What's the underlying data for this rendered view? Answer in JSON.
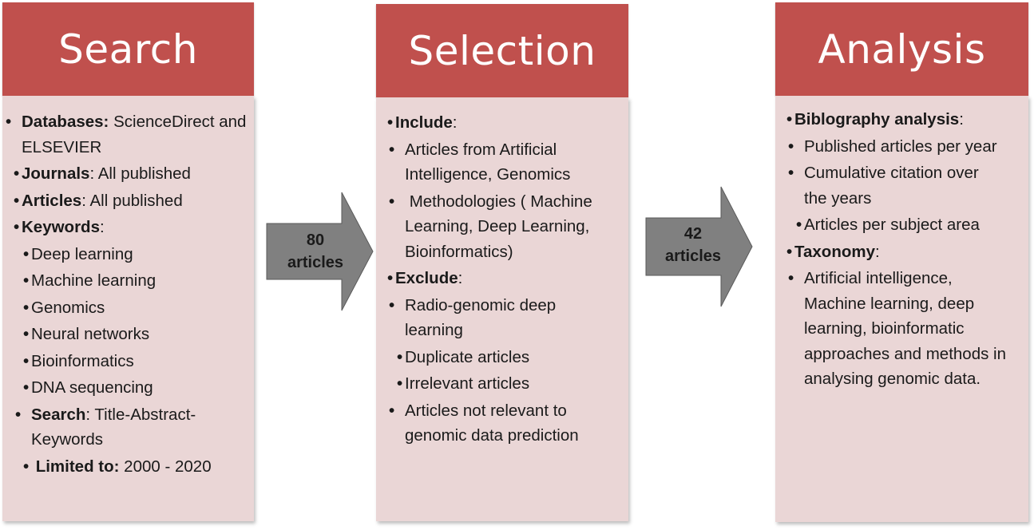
{
  "columns": {
    "search": {
      "title": "Search",
      "items": {
        "databases_label": "Databases:",
        "databases_value": "ScienceDirect and ELSEVIER",
        "journals_label": "Journals",
        "journals_value": ": All published",
        "articles_label": "Articles",
        "articles_value": ":  All published",
        "keywords_label": "Keywords",
        "keywords_colon": ":",
        "keywords": [
          "Deep learning",
          "Machine learning",
          "Genomics",
          "Neural networks",
          "Bioinformatics",
          "DNA sequencing"
        ],
        "search_label": "Search",
        "search_value": ": Title-Abstract-Keywords",
        "limited_label": "Limited to:",
        "limited_value": " 2000 - 2020"
      }
    },
    "selection": {
      "title": "Selection",
      "include_label": "Include",
      "include_colon": ":",
      "include_items": [
        "Articles from Artificial Intelligence, Genomics",
        " Methodologies ( Machine Learning, Deep Learning, Bioinformatics)"
      ],
      "exclude_label": "Exclude",
      "exclude_colon": ":",
      "exclude_items": [
        "Radio-genomic deep learning",
        "Duplicate articles",
        "Irrelevant articles",
        "Articles not relevant to genomic data prediction"
      ]
    },
    "analysis": {
      "title": "Analysis",
      "biblio_label": "Biblography analysis",
      "biblio_colon": ":",
      "biblio_items": [
        "Published articles per year",
        "Cumulative citation over the years",
        "Articles per subject area"
      ],
      "taxonomy_label": "Taxonomy",
      "taxonomy_colon": ":",
      "taxonomy_items": [
        "Artificial intelligence, Machine learning, deep learning, bioinformatic approaches and methods in analysing genomic data."
      ]
    }
  },
  "arrows": {
    "first": {
      "count": "80",
      "unit": "articles"
    },
    "second": {
      "count": "42",
      "unit": "articles"
    }
  },
  "colors": {
    "header": "#c0504d",
    "body": "#ead6d6",
    "arrow": "#808080"
  }
}
